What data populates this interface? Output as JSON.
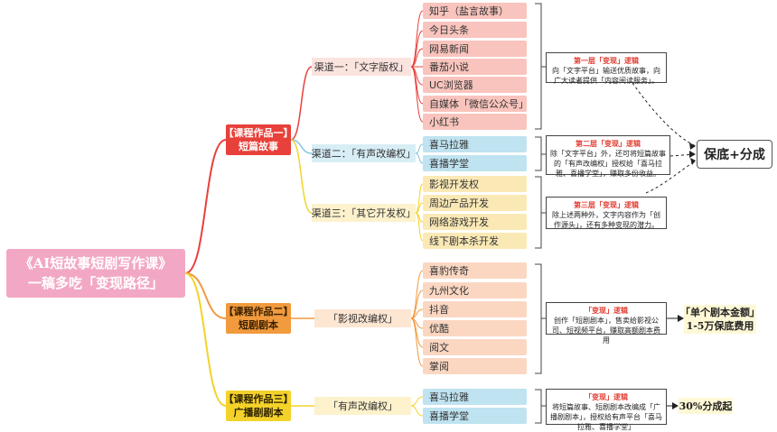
{
  "root": {
    "line1": "《AI短故事短剧写作课》",
    "line2": "一稿多吃「变现路径」"
  },
  "courses": [
    {
      "line1": "【课程作品一】",
      "line2": "短篇故事"
    },
    {
      "line1": "【课程作品二】",
      "line2": "短剧剧本"
    },
    {
      "line1": "【课程作品三】",
      "line2": "广播剧剧本"
    }
  ],
  "channels": [
    "渠道一：「文字版权」",
    "渠道二：「有声改编权」",
    "渠道三：「其它开发权」",
    "「影视改编权」",
    "「有声改编权」"
  ],
  "leaves": {
    "ch1": [
      "知乎（盐言故事）",
      "今日头条",
      "网易新闻",
      "番茄小说",
      "UC浏览器",
      "自媒体「微信公众号」",
      "小红书"
    ],
    "ch2": [
      "喜马拉雅",
      "喜播学堂"
    ],
    "ch3": [
      "影视开发权",
      "周边产品开发",
      "网络游戏开发",
      "线下剧本杀开发"
    ],
    "ch4": [
      "喜豹传奇",
      "九州文化",
      "抖音",
      "优酷",
      "阅文",
      "掌阅"
    ],
    "ch5": [
      "喜马拉雅",
      "喜播学堂"
    ]
  },
  "notes": [
    {
      "title": "第一层「变现」逻辑",
      "body": "向「文字平台」输送优质故事，向广大读者提供「内容阅读服务」。"
    },
    {
      "title": "第二层「变现」逻辑",
      "body": "除「文字平台」外，还可将短篇故事的「有声改编权」授权给「喜马拉雅、喜播学堂」，赚取多份收益。"
    },
    {
      "title": "第三层「变现」逻辑",
      "body": "除上述两种外，文字内容作为「创作源头」，还有多种变现的潜力。"
    },
    {
      "title": "「变现」逻辑",
      "body": "创作「短剧剧本」，售卖给影视公司、短视频平台，赚取高额剧本费用"
    },
    {
      "title": "「变现」逻辑",
      "body": "将短篇故事、短剧剧本改编成「广播剧剧本」，授权给有声平台「喜马拉雅、喜播学堂」"
    }
  ],
  "callouts": {
    "main": "保底+分成",
    "script_line1": "「单个剧本金额」",
    "script_line2": "1-5万保底费用",
    "radio": "30%分成起"
  },
  "colors": {
    "red": "#e8403a",
    "orange": "#f19a3e",
    "yellow": "#f4d22a",
    "pink": "#f2a8c4",
    "blue": "#7cc7e0"
  }
}
